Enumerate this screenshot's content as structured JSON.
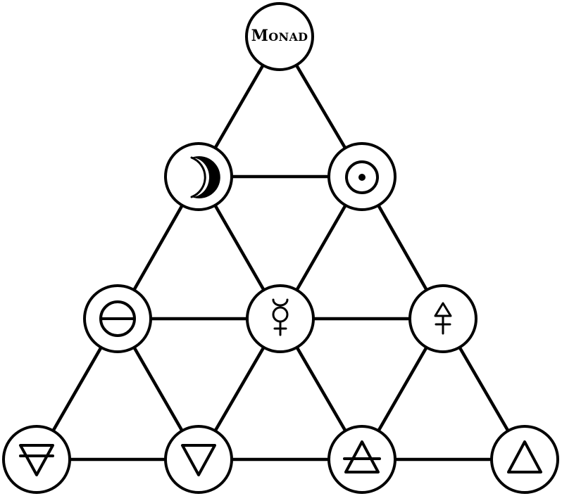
{
  "diagram": {
    "root_label": "Monad",
    "nodes": [
      {
        "id": "monad",
        "symbol": "text"
      },
      {
        "id": "moon",
        "symbol": "moon-icon"
      },
      {
        "id": "sun",
        "symbol": "sun-icon"
      },
      {
        "id": "salt",
        "symbol": "salt-icon"
      },
      {
        "id": "mercury",
        "symbol": "mercury-icon"
      },
      {
        "id": "sulfur",
        "symbol": "sulfur-icon"
      },
      {
        "id": "earth",
        "symbol": "earth-element-icon"
      },
      {
        "id": "water",
        "symbol": "water-element-icon"
      },
      {
        "id": "air",
        "symbol": "air-element-icon"
      },
      {
        "id": "fire",
        "symbol": "fire-element-icon"
      }
    ],
    "edges": [
      [
        "monad",
        "moon"
      ],
      [
        "monad",
        "sun"
      ],
      [
        "moon",
        "sun"
      ],
      [
        "moon",
        "salt"
      ],
      [
        "moon",
        "mercury"
      ],
      [
        "sun",
        "mercury"
      ],
      [
        "sun",
        "sulfur"
      ],
      [
        "salt",
        "mercury"
      ],
      [
        "mercury",
        "sulfur"
      ],
      [
        "salt",
        "earth"
      ],
      [
        "salt",
        "water"
      ],
      [
        "mercury",
        "water"
      ],
      [
        "mercury",
        "air"
      ],
      [
        "sulfur",
        "air"
      ],
      [
        "sulfur",
        "fire"
      ],
      [
        "earth",
        "water"
      ],
      [
        "water",
        "air"
      ],
      [
        "air",
        "fire"
      ]
    ]
  }
}
